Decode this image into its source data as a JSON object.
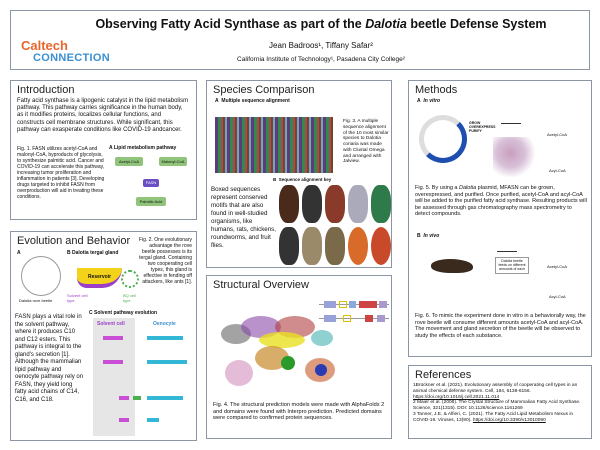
{
  "header": {
    "title_pre": "Observing Fatty Acid Synthase as part of the ",
    "title_italic": "Dalotia",
    "title_post": " beetle Defense System",
    "authors": "Jean Badroos¹, Tiffany Safar²",
    "affiliations": "California Institute of Technology¹, Pasadena City College²",
    "logo_top": "Caltech",
    "logo_bottom": "CONNECTION"
  },
  "intro": {
    "heading": "Introduction",
    "body": "Fatty acid synthase is a lipogenic catalyst in the lipid metabolism pathway. This pathway carries significance in the human body, as it modifies proteins, localizes cellular functions, and constructs cell membrane structures. While significant, this pathway can exasperate conditions like COVID-19 andcancer.",
    "caption": "Fig. 1. FASN utilizes acetyl-CoA and malonyl-CoA, byproducts of glycolysis, to synthesize palmitic acid. Cancer and COVID-19 can accelerate this pathway, increasing tumor proliferation and inflammation in patients [3]. Developing drugs targeted to inhibit FASN from overproduction will aid in treating these conditions.",
    "fig_label": "A",
    "fig_title": "Lipid metabolism pathway",
    "nodes": [
      "Acetyl-CoA",
      "Malonyl-CoA",
      "FASN",
      "Palmitic Acid"
    ]
  },
  "evolution": {
    "heading": "Evolution and Behavior",
    "caption": "Fig. 2. One evolutionary advantage the rove beetle possesses is its tergal gland. Containing two cooperating cell types, this gland is effective in fending off attackers, like ants [1].",
    "body": "FASN plays a vital role in the solvent pathway, where it produces C10 and C12 esters. This pathway is integral to the gland's secretion [1]. Although the mammalian lipid pathway and oenocyte pathway rely on FASN, they yield long fatty acid chains of C14, C16, and C18.",
    "fig_a": "A",
    "fig_a_label": "Dalotia rove beetle",
    "fig_b": "B",
    "fig_b_title": "Dalotia tergal gland",
    "reservoir": "Reservoir",
    "solvent": "Solvent cell type",
    "bq": "BQ cell type",
    "fig_c": "C",
    "fig_c_title": "Solvent pathway evolution",
    "solvent_cell": "Solvent cell",
    "oenocyte": "Oenocyte"
  },
  "species": {
    "heading": "Species Comparison",
    "fig_a": "A",
    "fig_a_title": "Multiple sequence alignment",
    "caption": "Fig. 3. A multiple sequence alignment of the 10 most similar species to Dalotia coriaria was made with Clustal Omega and arranged with Jalview.",
    "fig_b": "B",
    "fig_b_title": "Sequence alignment key",
    "body": "Boxed sequences represent conserved motifs that are also found in well-studied organisms, like humans, rats, chickens, roundworms, and fruit flies."
  },
  "structural": {
    "heading": "Structural Overview",
    "caption": "Fig. 4. The structural prediction models were made with AlphaFolds 2 and domains were found with Interpro prediction. Predicted domains were compared to confirmed protein sequences."
  },
  "methods": {
    "heading": "Methods",
    "fig_a": "A",
    "fig_a_title": "In vitro",
    "plasmid_steps": "GROW OVEREXPRESS PURIFY",
    "acetyl": "Acetyl-CoA",
    "acyl": "Acyl-CoA",
    "caption_a_pre": "Fig. 5. By using a ",
    "caption_a_italic": "Dalotia",
    "caption_a_post": " plasmid, MFASN can be grown, overexpressed, and purified. Once purified, acetyl-CoA and acyl-CoA will be added to the purified fatty acid synthase. Resulting products will be assessed through gas chromatography mass spectrometry to detect compounds.",
    "fig_b": "B",
    "fig_b_title": "In vivo",
    "box_text": "Dalotia beetle feeds on different amounts of each",
    "caption_b": "Fig. 6. To mimic the experiment done in vitro in a behaviorally way, the rove beetle will consume different amounts acetyl-CoA and acyl-CoA. The movement and gland secretion of the beetle will be observed to study the effects of each substance."
  },
  "references": {
    "heading": "References",
    "items": [
      {
        "text": "1Brückner et al. (2021). Evolutionary assembly of cooperating cell types in an animal chemical defense system. Cell, 184, 6138-6156.",
        "link": "https://doi.org/10.1016/j.cell.2021.11.014"
      },
      {
        "text": "2 Maier et al. (2008). The Crystal Structure of Mammalian Fatty Acid Synthase. Science, 321(1315). DOI: 10.1126/science.1161269",
        "link": ""
      },
      {
        "text": "3 Tanner, J.E. & Alfieri, C. (2021). The Fatty Acid Lipid Metabolism Nexus in COVID-19. Viruses, 13(90).",
        "link": "https://doi.org/10.3390/v13010090"
      }
    ]
  },
  "colors": {
    "orange": "#e8662e",
    "blue": "#3a8fd0",
    "border": "#8a96a3"
  }
}
